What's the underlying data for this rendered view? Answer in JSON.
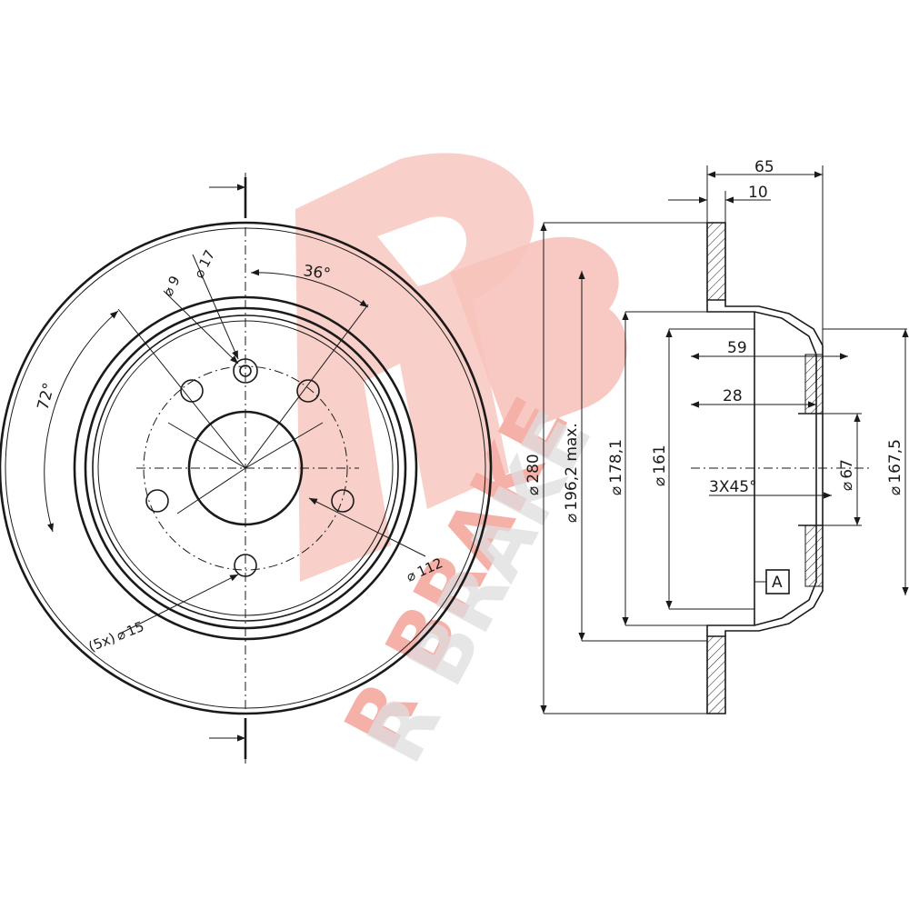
{
  "watermark": {
    "text": "R BRAKE",
    "color": "#f4a39a",
    "shadow_color": "#d8d8d8"
  },
  "front_view": {
    "angle_bolt": "36°",
    "angle_holes": "72°",
    "hole_small": "9",
    "hole_large": "17",
    "pcd": "112",
    "bolt_holes": "(5x)",
    "bolt_diameter": "15"
  },
  "side_view": {
    "total_height": "65",
    "thickness": "10",
    "depth_59": "59",
    "depth_28": "28",
    "chamfer": "3X45°",
    "d_outer": "280",
    "d_max": "196,2 max.",
    "d_178": "178,1",
    "d_161": "161",
    "d_center": "67",
    "d_167": "167,5",
    "datum": "A"
  },
  "symbols": {
    "diameter": "⌀"
  }
}
